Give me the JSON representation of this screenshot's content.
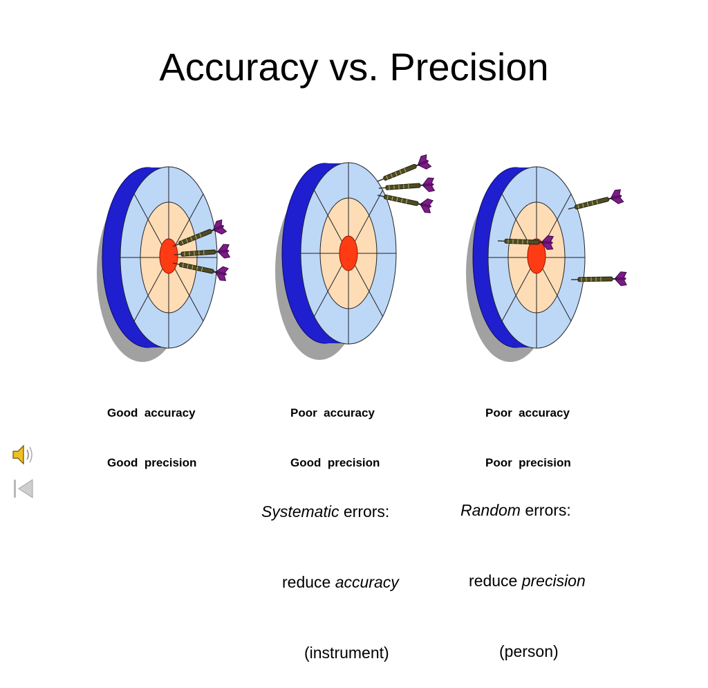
{
  "title": "Accuracy vs. Precision",
  "targets": [
    {
      "accuracy": "Good  accuracy",
      "precision": "Good  precision"
    },
    {
      "accuracy": "Poor  accuracy",
      "precision": "Good  precision"
    },
    {
      "accuracy": "Poor  accuracy",
      "precision": "Poor  precision"
    }
  ],
  "notes": {
    "systematic": {
      "term": "Systematic",
      "suffix": " errors:",
      "reduce": "reduce ",
      "quantity": "accuracy",
      "source": "(instrument)"
    },
    "random": {
      "term": "Random",
      "suffix": " errors:",
      "reduce": "reduce ",
      "quantity": "precision",
      "source": "(person)"
    }
  },
  "colors": {
    "rim": "#1f1fcf",
    "outer_ring": "#bdd7f7",
    "inner_ring": "#fddcb6",
    "bullseye": "#ff3b14",
    "shadow": "#8a8a8a",
    "dart_flight": "#7d1b8a",
    "dart_barrel": "#4d4d24"
  },
  "icons": [
    "speaker-icon",
    "first-slide-icon"
  ]
}
